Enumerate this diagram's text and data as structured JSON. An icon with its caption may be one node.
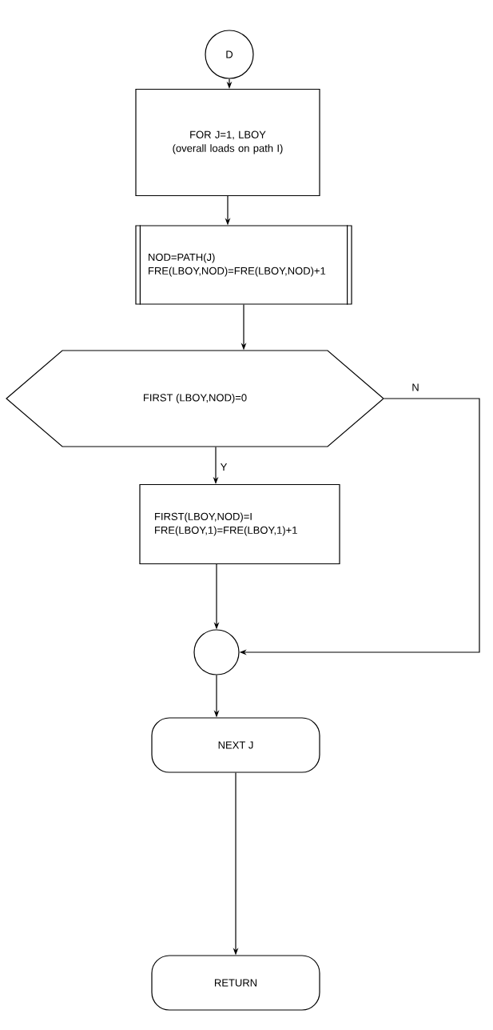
{
  "diagram": {
    "nodes": [
      {
        "text": [
          "D"
        ]
      },
      {
        "text": [
          "FOR J=1, LBOY",
          "(overall loads on path I)"
        ]
      },
      {
        "text": [
          "NOD=PATH(J)",
          "FRE(LBOY,NOD)=FRE(LBOY,NOD)+1"
        ]
      },
      {
        "text": [
          "FIRST (LBOY,NOD)=0"
        ]
      },
      {
        "text": [
          "FIRST(LBOY,NOD)=I",
          "FRE(LBOY,1)=FRE(LBOY,1)+1"
        ]
      },
      {
        "text": [],
        "shape": "circle"
      },
      {
        "text": [
          "NEXT J"
        ]
      },
      {
        "text": [
          "RETURN"
        ]
      }
    ],
    "edges": [
      {
        "from": 0,
        "to": 1,
        "arrow": "to"
      },
      {
        "from": 1,
        "to": 2,
        "arrow": "to"
      },
      {
        "from": 2,
        "to": 3,
        "arrow": "to"
      },
      {
        "from": 3,
        "to": 4,
        "arrow": "to",
        "label": "Y"
      },
      {
        "from": 3,
        "to": 5,
        "arrow": "to",
        "label": "N"
      },
      {
        "from": 4,
        "to": 5,
        "arrow": "to"
      },
      {
        "from": 5,
        "to": 6,
        "arrow": "to"
      },
      {
        "from": 6,
        "to": 7,
        "arrow": "to"
      }
    ]
  }
}
